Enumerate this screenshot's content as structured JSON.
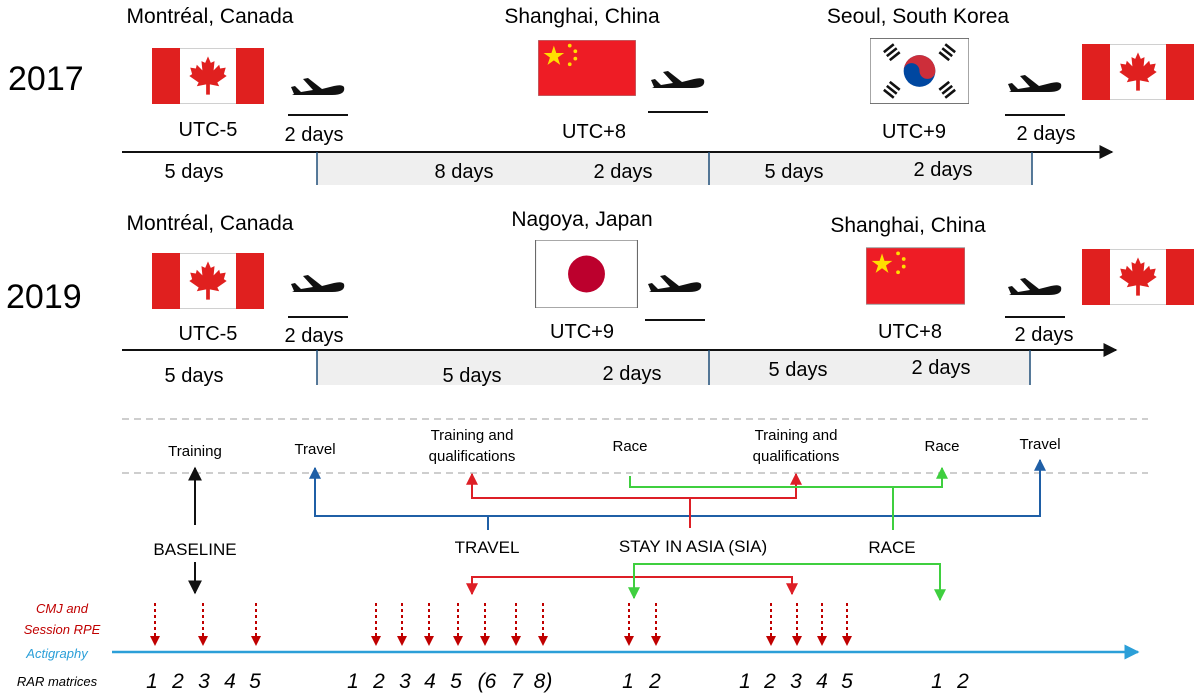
{
  "colors": {
    "red": "#dd1f26",
    "blue": "#1f5fa6",
    "green": "#3fcf3f",
    "cmj_red": "#c00000",
    "actigraphy_blue": "#2b9fd8",
    "band_gray": "#efefef",
    "tick_blue": "#1f4e79",
    "canada_red": "#e0201f",
    "china_red": "#ee1c25",
    "china_yellow": "#ffde00",
    "japan_red": "#bc002d",
    "korea_red": "#cd2e3a",
    "korea_blue": "#0047a0"
  },
  "timeline_2017": {
    "year": "2017",
    "cities": [
      "Montréal, Canada",
      "Shanghai, China",
      "Seoul, South Korea"
    ],
    "utc": [
      "UTC-5",
      "UTC+8",
      "UTC+9"
    ],
    "travel_labels": [
      "2 days",
      "2 days"
    ],
    "durations": [
      "5 days",
      "8 days",
      "2 days",
      "5 days",
      "2 days"
    ],
    "flags": [
      "canada-flag",
      "china-flag",
      "south-korea-flag",
      "canada-flag"
    ]
  },
  "timeline_2019": {
    "year": "2019",
    "cities": [
      "Montréal, Canada",
      "Nagoya, Japan",
      "Shanghai, China"
    ],
    "utc": [
      "UTC-5",
      "UTC+9",
      "UTC+8"
    ],
    "travel_labels": [
      "2 days",
      "2 days"
    ],
    "durations": [
      "5 days",
      "5 days",
      "2 days",
      "5 days",
      "2 days"
    ],
    "flags": [
      "canada-flag",
      "japan-flag",
      "china-flag",
      "canada-flag"
    ]
  },
  "phases": {
    "training": "Training",
    "travel": "Travel",
    "training_and_qualifications": [
      "Training and",
      "qualifications"
    ],
    "race": "Race",
    "baseline": "BASELINE",
    "travel_caps": "TRAVEL",
    "stay_in_asia": "STAY IN ASIA (SIA)",
    "race_caps": "RACE"
  },
  "measures": {
    "cmj": [
      "CMJ and",
      "Session RPE"
    ],
    "actigraphy": "Actigraphy",
    "rar": "RAR matrices"
  },
  "day_numbers": [
    {
      "label": "1"
    },
    {
      "label": "2"
    },
    {
      "label": "3"
    },
    {
      "label": "4"
    },
    {
      "label": "5"
    },
    {
      "label": "1"
    },
    {
      "label": "2"
    },
    {
      "label": "3"
    },
    {
      "label": "4"
    },
    {
      "label": "5"
    },
    {
      "label": "(6"
    },
    {
      "label": "7"
    },
    {
      "label": "8)"
    },
    {
      "label": "1"
    },
    {
      "label": "2"
    },
    {
      "label": "1"
    },
    {
      "label": "2"
    },
    {
      "label": "3"
    },
    {
      "label": "4"
    },
    {
      "label": "5"
    },
    {
      "label": "1"
    },
    {
      "label": "2"
    }
  ]
}
